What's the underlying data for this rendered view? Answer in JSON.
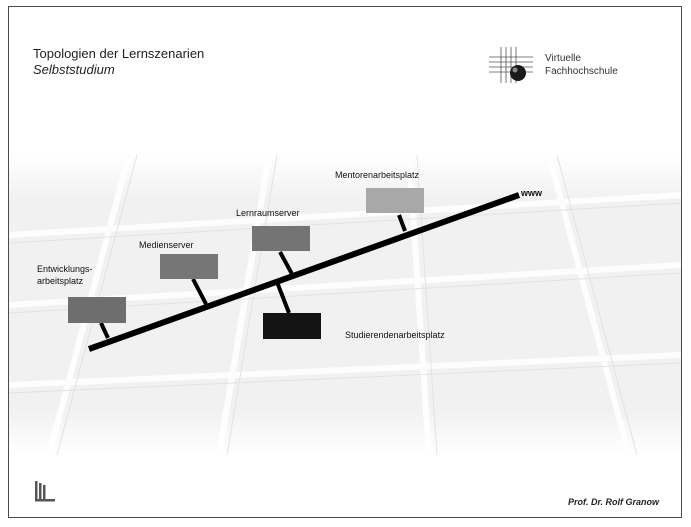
{
  "slide": {
    "title": "Topologien der Lernszenarien",
    "subtitle": "Selbststudium",
    "logo_line1": "Virtuelle",
    "logo_line2": "Fachhochschule",
    "footer": "Prof. Dr. Rolf Granow"
  },
  "diagram": {
    "network_label": "www",
    "nodes": [
      {
        "label_line1": "Entwicklungs-",
        "label_line2": "arbeitsplatz",
        "color": "#6e6e6e"
      },
      {
        "label_line1": "Medienserver",
        "label_line2": "",
        "color": "#767676"
      },
      {
        "label_line1": "Lernraumserver",
        "label_line2": "",
        "color": "#747474"
      },
      {
        "label_line1": "Mentorenarbeitsplatz",
        "label_line2": "",
        "color": "#a8a8a8"
      },
      {
        "label_line1": "Studierendenarbeitsplatz",
        "label_line2": "",
        "color": "#141414"
      }
    ]
  }
}
